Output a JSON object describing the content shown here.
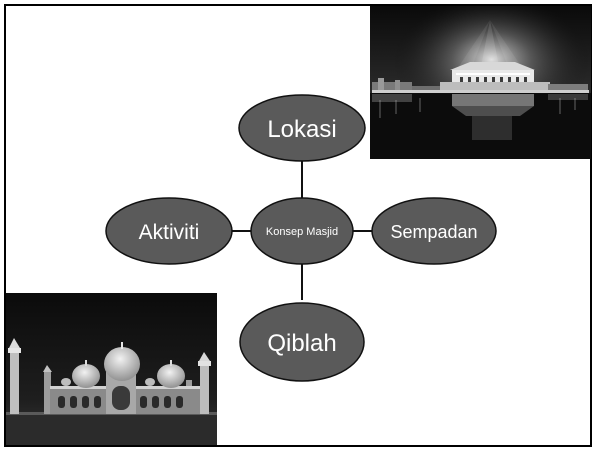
{
  "diagram": {
    "center": {
      "label": "Konsep Masjid"
    },
    "nodes": [
      {
        "id": "top",
        "label": "Lokasi"
      },
      {
        "id": "left",
        "label": "Aktiviti"
      },
      {
        "id": "right",
        "label": "Sempadan"
      },
      {
        "id": "bottom",
        "label": "Qiblah"
      }
    ]
  },
  "colors": {
    "ellipse_fill": "#5a5a5a",
    "ellipse_stroke": "#111111",
    "connector": "#111111",
    "label": "#ffffff"
  },
  "photos": [
    {
      "name": "mosque-night-reflection-photo"
    },
    {
      "name": "badshahi-mosque-night-photo"
    }
  ]
}
